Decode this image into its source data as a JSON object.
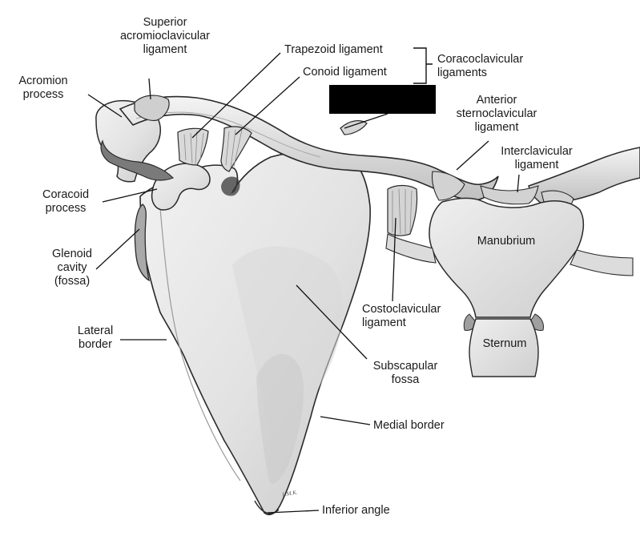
{
  "labels": {
    "superior_ac": [
      "Superior",
      "acromioclavicular",
      "ligament"
    ],
    "acromion": [
      "Acromion",
      "process"
    ],
    "trapezoid": "Trapezoid ligament",
    "conoid": "Conoid ligament",
    "coracoclavicular": [
      "Coracoclavicular",
      "ligaments"
    ],
    "anterior_sc": [
      "Anterior",
      "sternoclavicular",
      "ligament"
    ],
    "interclavicular": [
      "Interclavicular",
      "ligament"
    ],
    "coracoid": [
      "Coracoid",
      "process"
    ],
    "glenoid": [
      "Glenoid",
      "cavity",
      "(fossa)"
    ],
    "manubrium": "Manubrium",
    "costoclavicular": [
      "Costoclavicular",
      "ligament"
    ],
    "lateral_border": [
      "Lateral",
      "border"
    ],
    "sternum": "Sternum",
    "subscapular": [
      "Subscapular",
      "fossa"
    ],
    "medial_border": "Medial border",
    "inferior_angle": "Inferior angle"
  },
  "artist_initials": "L.M.K.",
  "colors": {
    "bone_fill": "#e6e6e6",
    "bone_shadow": "#bdbdbd",
    "outline": "#2a2a2a",
    "leader": "#111111",
    "redaction": "#000000"
  }
}
